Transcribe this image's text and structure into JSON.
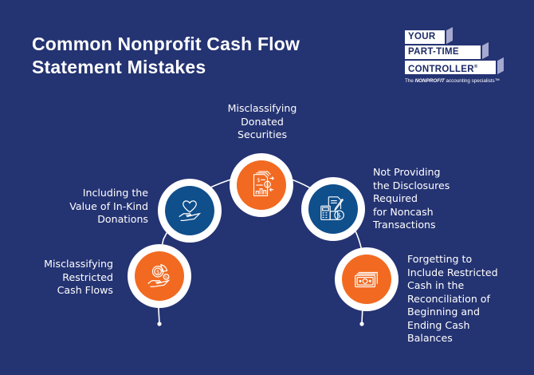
{
  "title": {
    "line1": "Common Nonprofit Cash Flow",
    "line2": "Statement Mistakes"
  },
  "logo": {
    "row1": "YOUR",
    "row2": "PART-TIME",
    "row3": "CONTROLLER",
    "registered": "®",
    "tagline_prefix": "The ",
    "tagline_emph": "NONPROFIT",
    "tagline_suffix": " accounting specialists™"
  },
  "colors": {
    "background": "#243372",
    "orange": "#f26a21",
    "blue": "#0f4f8c",
    "ring": "#ffffff",
    "logo_tab": "#a5a9d0"
  },
  "mistakes": [
    {
      "id": "restricted-cash-flows",
      "label_lines": [
        "Misclassifying",
        "Restricted",
        "Cash Flows"
      ],
      "icon": "hand-coin-pie-icon",
      "color": "orange"
    },
    {
      "id": "in-kind-donations",
      "label_lines": [
        "Including the",
        "Value of In-Kind",
        "Donations"
      ],
      "icon": "hand-heart-icon",
      "color": "blue"
    },
    {
      "id": "donated-securities",
      "label_lines": [
        "Misclassifying",
        "Donated",
        "Securities"
      ],
      "icon": "documents-dollar-chart-icon",
      "color": "orange"
    },
    {
      "id": "noncash-disclosures",
      "label_lines": [
        "Not Providing",
        "the Disclosures",
        "Required",
        "for Noncash",
        "Transactions"
      ],
      "icon": "calculator-document-dollar-icon",
      "color": "blue"
    },
    {
      "id": "restricted-cash-reconciliation",
      "label_lines": [
        "Forgetting to",
        "Include Restricted",
        "Cash in the",
        "Reconciliation of",
        "Beginning and",
        "Ending Cash",
        "Balances"
      ],
      "icon": "banknotes-icon",
      "color": "orange"
    }
  ]
}
